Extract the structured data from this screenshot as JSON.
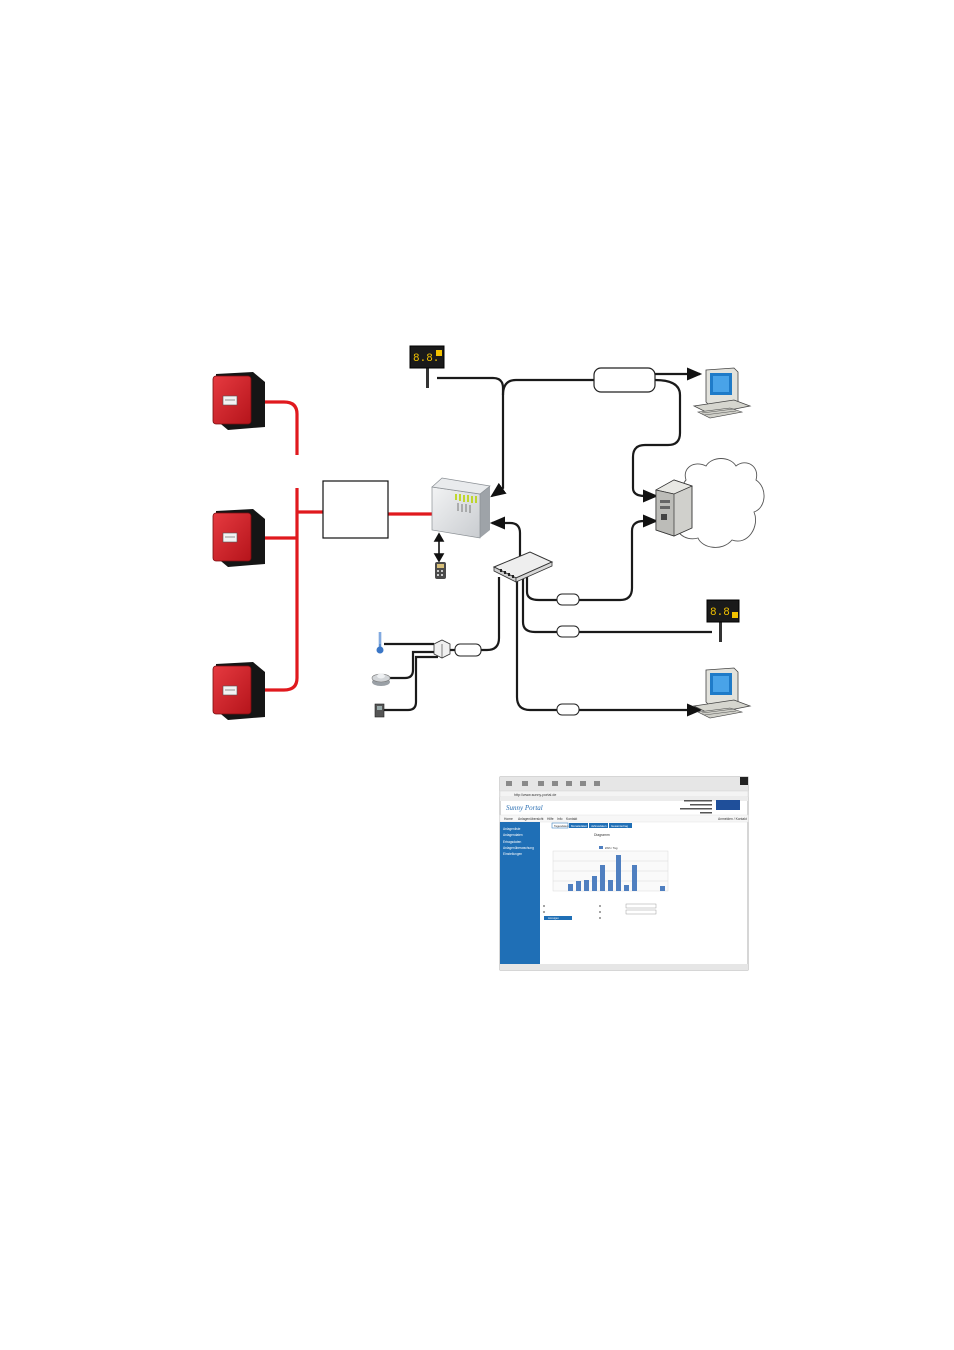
{
  "diagram": {
    "components": {
      "inverters": [
        "inverter",
        "inverter",
        "inverter"
      ],
      "junction_box": "junction-box",
      "data_logger": "data-logger",
      "remote_control": "remote-control",
      "network_switch": "network-switch",
      "modem": "modem",
      "server": "server",
      "internet_cloud": "internet-cloud",
      "large_displays": [
        "large-display",
        "large-display"
      ],
      "computers": [
        "computer",
        "computer"
      ],
      "sensors": [
        "temperature-sensor",
        "irradiance-sensor",
        "wind-sensor"
      ],
      "sensor_box": "sensor-box"
    },
    "colors": {
      "dc_cable": "#e0191e",
      "data_cable": "#222222",
      "inverter_body": "#d11f27",
      "display_digits": "#f2c200",
      "web_sidebar": "#1f6fb6",
      "chart_bars": "#4f7fc0",
      "logger_leds": "#b8d400"
    }
  },
  "web_screenshot": {
    "address": "http://www.sunny-portal.de",
    "nav_items": [
      "Home",
      "Anlagenübersicht",
      "Hilfe",
      "Info",
      "Kontakt"
    ],
    "header_right": "Anmelden / Kontakt",
    "sidebar_items": [
      "Anlagenliste",
      "Anlagendaten",
      "Ertragsdaten",
      "Anlagenüberwachung",
      "Einstellungen"
    ],
    "tabs": [
      "Tagesdaten",
      "Monatsdaten",
      "Jahresdaten",
      "Gesamtertrag"
    ],
    "chart_title": "Diagramm",
    "legend": "kWh / Tag",
    "button": "Anzeigen"
  }
}
